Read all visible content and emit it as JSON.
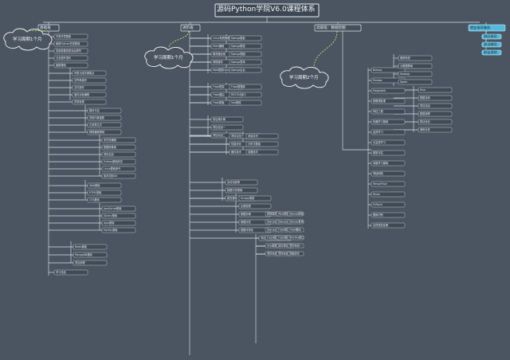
{
  "title": "源码Python学院V6.0课程体系",
  "branches": [
    {
      "id": "b1",
      "label": "基础班",
      "children": [
        "开发环境配置",
        "使用Python完成基础",
        "变量数据类型及运算符",
        "分支循环语句",
        "函数基础",
        "列表元组字典集合",
        "字符串操作",
        "文件操作",
        "面向对象编程",
        "异常处理",
        "模块与包",
        "常用内置函数",
        "正则表达式",
        "网络编程基础",
        "多任务编程",
        "数据库基础",
        "项目实战",
        "Python基础测试",
        "Linux基础命令",
        "版本控制Git",
        "Web基础",
        "HTML基础",
        "CSS基础",
        "JavaScript基础",
        "jQuery基础",
        "Ajax基础",
        "MySQL基础",
        "Redis基础",
        "MongoDB基础",
        "项目部署",
        "学习总结"
      ]
    },
    {
      "id": "b2",
      "label": "进阶班",
      "children": [
        "Linux系统管理",
        "Shell编程",
        "服务器运维",
        "网络服务",
        "Web框架Django",
        "Django模板",
        "Django模型",
        "Django视图",
        "Django表单",
        "Django后台",
        "Flask框架",
        "Flask路由",
        "Flask模板",
        "Flask数据库",
        "RESTful接口",
        "Vue基础",
        "前后端分离",
        "项目实战一",
        "项目实战二",
        "项目实战三",
        "性能优化",
        "缓存技术",
        "消息队列",
        "分布式基础",
        "容器技术",
        "自动化部署",
        "数据分析基础",
        "爬虫基础",
        "Scrapy框架",
        "反爬处理",
        "数据存储",
        "数据清洗",
        "数据可视化",
        "项目总结"
      ]
    },
    {
      "id": "b3",
      "label": "高级班：数据挖掘",
      "children": [
        "Numpy",
        "Pandas",
        "Matplotlib",
        "数据预处理",
        "特征工程",
        "机器学习基础",
        "监督学习",
        "无监督学习",
        "模型评估",
        "深度学习基础",
        "神经网络",
        "TensorFlow",
        "Keras",
        "PyTorch",
        "图像识别",
        "自然语言处理",
        "推荐系统",
        "大数据基础",
        "Hadoop",
        "Spark",
        "Hive",
        "数据仓库",
        "项目实战",
        "模型部署",
        "算法优化",
        "案例分析"
      ]
    }
  ],
  "extra": {
    "label": "就业指导服务",
    "items": [
      "简历指导",
      "面试辅导",
      "职业规划"
    ]
  },
  "clouds": [
    "学习周期1个月",
    "学习周期1个月",
    "学习周期2个月"
  ]
}
